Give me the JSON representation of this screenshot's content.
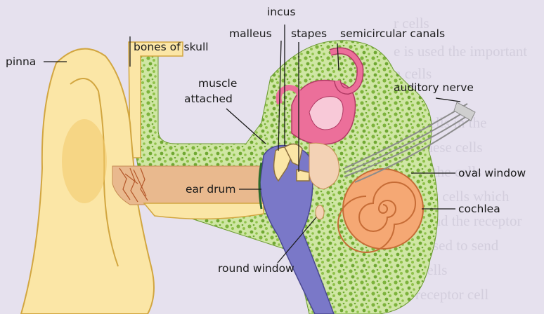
{
  "diagram": {
    "labels": {
      "pinna": "pinna",
      "bones_of_skull": "bones of skull",
      "muscle_line1": "muscle",
      "muscle_line2": "attached",
      "incus": "incus",
      "malleus": "malleus",
      "stapes": "stapes",
      "semicircular_canals": "semicircular canals",
      "auditory_nerve": "auditory nerve",
      "ear_drum": "ear drum",
      "oval_window": "oval window",
      "cochlea": "cochlea",
      "round_window": "round window"
    },
    "colors": {
      "background": "#e6e1ee",
      "outer_ear": "#fbe6a6",
      "bone": "#8fc24a",
      "canal": "#e9b98e",
      "middle_ear": "#7a78c8",
      "semicircular": "#ec6f9a",
      "cochlea": "#f5a874",
      "nerve": "#8c8c8c"
    }
  }
}
